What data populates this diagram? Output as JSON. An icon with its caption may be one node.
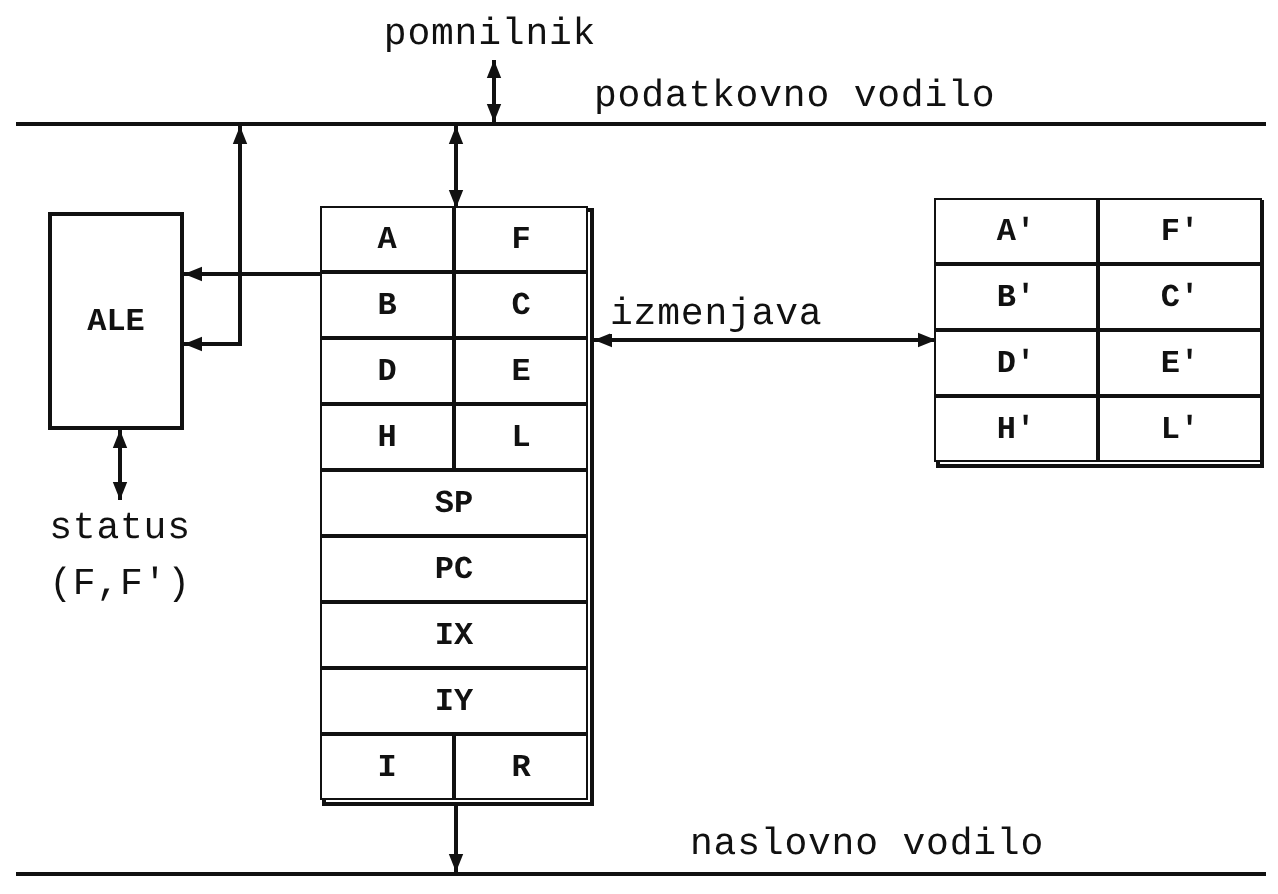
{
  "diagram": {
    "nodes": [
      {
        "text": [
          "pomnilnik"
        ]
      },
      {
        "text": [],
        "shape": "bar",
        "beside": [
          "podatkovno vodilo"
        ]
      },
      {
        "text": [
          "ALE"
        ]
      },
      {
        "text": [],
        "shape": "box"
      },
      {
        "text": [
          "A"
        ],
        "in": 3
      },
      {
        "text": [
          "F"
        ],
        "in": 3
      },
      {
        "text": [
          "B"
        ],
        "in": 3
      },
      {
        "text": [
          "C"
        ],
        "in": 3
      },
      {
        "text": [
          "D"
        ],
        "in": 3
      },
      {
        "text": [
          "E"
        ],
        "in": 3
      },
      {
        "text": [
          "H"
        ],
        "in": 3
      },
      {
        "text": [
          "L"
        ],
        "in": 3
      },
      {
        "text": [
          "SP"
        ],
        "in": 3
      },
      {
        "text": [
          "PC"
        ],
        "in": 3
      },
      {
        "text": [
          "IX"
        ],
        "in": 3
      },
      {
        "text": [
          "IY"
        ],
        "in": 3
      },
      {
        "text": [
          "I"
        ],
        "in": 3
      },
      {
        "text": [
          "R"
        ],
        "in": 3
      },
      {
        "text": [],
        "shape": "box"
      },
      {
        "text": [
          "A′"
        ],
        "in": 18
      },
      {
        "text": [
          "F′"
        ],
        "in": 18
      },
      {
        "text": [
          "B′"
        ],
        "in": 18
      },
      {
        "text": [
          "C′"
        ],
        "in": 18
      },
      {
        "text": [
          "D′"
        ],
        "in": 18
      },
      {
        "text": [
          "E′"
        ],
        "in": 18
      },
      {
        "text": [
          "H′"
        ],
        "in": 18
      },
      {
        "text": [
          "L′"
        ],
        "in": 18
      },
      {
        "text": [
          "status (F,F′)"
        ]
      },
      {
        "text": [],
        "shape": "bar",
        "beside": [
          "naslovno vodilo"
        ]
      }
    ],
    "edges": [
      {
        "from": 0,
        "to": 1,
        "arrow": "both"
      },
      {
        "from": 1,
        "to": 3,
        "arrow": "both"
      },
      {
        "from": 1,
        "to": 2,
        "arrow": "both"
      },
      {
        "from": 3,
        "to": 2,
        "arrow": "to"
      },
      {
        "from": 2,
        "to": 27,
        "arrow": "both"
      },
      {
        "from": 3,
        "to": 18,
        "label": "izmenjava",
        "arrow": "both"
      },
      {
        "from": 3,
        "to": 28,
        "arrow": "to"
      }
    ]
  }
}
